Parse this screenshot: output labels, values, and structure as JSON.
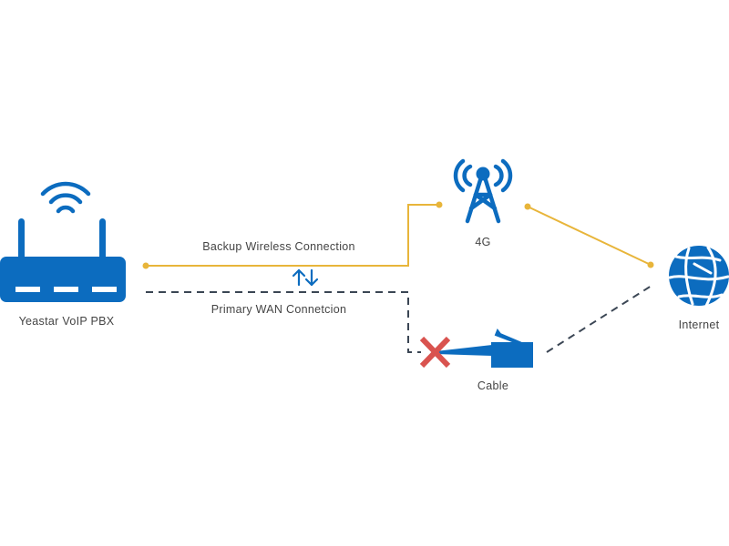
{
  "diagram": {
    "type": "network-failover",
    "colors": {
      "icon_blue": "#0c6cbf",
      "wireless_line": "#e8b53a",
      "wan_line": "#3b4654",
      "failure_x": "#d9534f",
      "text": "#444444",
      "background": "#ffffff"
    },
    "nodes": {
      "pbx": {
        "label": "Yeastar VoIP PBX",
        "icon": "wifi-router-icon"
      },
      "tower": {
        "label": "4G",
        "icon": "cell-tower-icon"
      },
      "cable": {
        "label": "Cable",
        "icon": "ethernet-plug-icon",
        "status": "failed"
      },
      "internet": {
        "label": "Internet",
        "icon": "globe-icon"
      }
    },
    "links": {
      "backup": {
        "label": "Backup Wireless Connection",
        "style": "solid"
      },
      "primary": {
        "label": "Primary WAN Connetcion",
        "style": "dashed"
      },
      "switch_icon": "swap-arrows-icon",
      "switch_glyphs": "↑↓"
    }
  }
}
